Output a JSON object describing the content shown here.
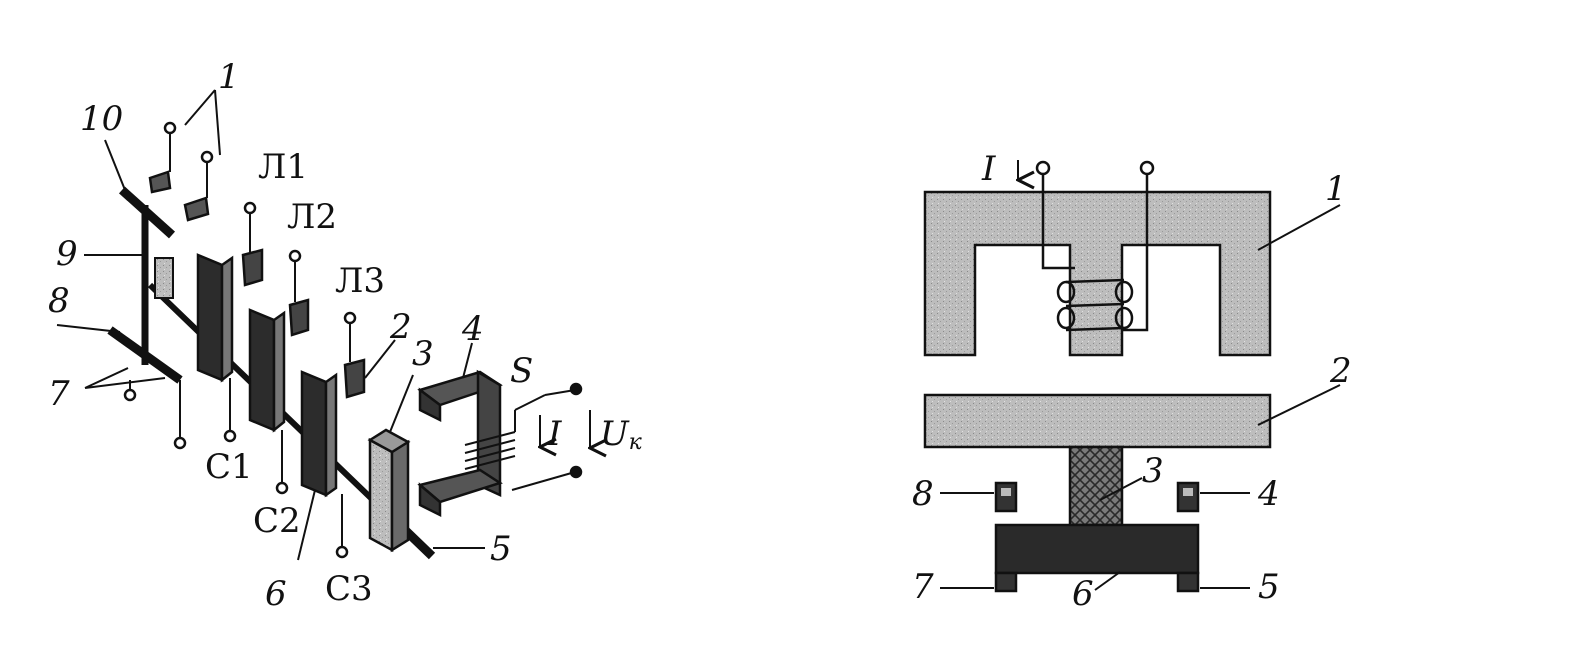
{
  "left_diagram": {
    "callouts": {
      "c1": "1",
      "c2": "2",
      "c3": "3",
      "c4": "4",
      "c5": "5",
      "c6": "6",
      "c7": "7",
      "c8": "8",
      "c9": "9",
      "c10": "10"
    },
    "contacts": {
      "l1": "Л1",
      "l2": "Л2",
      "l3": "Л3",
      "s1": "С1",
      "s2": "С2",
      "s3": "С3"
    },
    "coil": {
      "s": "S",
      "i": "I",
      "u": "U",
      "u_sub": "к"
    }
  },
  "right_diagram": {
    "current": "I",
    "callouts": {
      "c1": "1",
      "c2": "2",
      "c3": "3",
      "c4": "4",
      "c5": "5",
      "c6": "6",
      "c7": "7",
      "c8": "8"
    }
  }
}
